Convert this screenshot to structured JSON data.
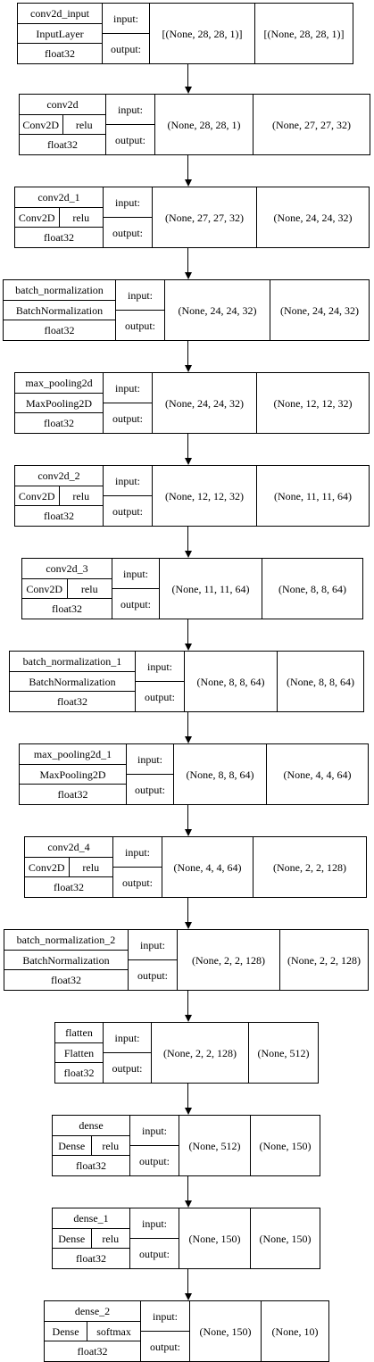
{
  "labels": {
    "input": "input:",
    "output": "output:"
  },
  "layers": [
    {
      "name": "conv2d_input",
      "type": "InputLayer",
      "dtype": "float32",
      "input": "[(None, 28, 28, 1)]",
      "output": "[(None, 28, 28, 1)]"
    },
    {
      "name": "conv2d",
      "type": "Conv2D",
      "activation": "relu",
      "dtype": "float32",
      "input": "(None, 28, 28, 1)",
      "output": "(None, 27, 27, 32)"
    },
    {
      "name": "conv2d_1",
      "type": "Conv2D",
      "activation": "relu",
      "dtype": "float32",
      "input": "(None, 27, 27, 32)",
      "output": "(None, 24, 24, 32)"
    },
    {
      "name": "batch_normalization",
      "type": "BatchNormalization",
      "dtype": "float32",
      "input": "(None, 24, 24, 32)",
      "output": "(None, 24, 24, 32)"
    },
    {
      "name": "max_pooling2d",
      "type": "MaxPooling2D",
      "dtype": "float32",
      "input": "(None, 24, 24, 32)",
      "output": "(None, 12, 12, 32)"
    },
    {
      "name": "conv2d_2",
      "type": "Conv2D",
      "activation": "relu",
      "dtype": "float32",
      "input": "(None, 12, 12, 32)",
      "output": "(None, 11, 11, 64)"
    },
    {
      "name": "conv2d_3",
      "type": "Conv2D",
      "activation": "relu",
      "dtype": "float32",
      "input": "(None, 11, 11, 64)",
      "output": "(None, 8, 8, 64)"
    },
    {
      "name": "batch_normalization_1",
      "type": "BatchNormalization",
      "dtype": "float32",
      "input": "(None, 8, 8, 64)",
      "output": "(None, 8, 8, 64)"
    },
    {
      "name": "max_pooling2d_1",
      "type": "MaxPooling2D",
      "dtype": "float32",
      "input": "(None, 8, 8, 64)",
      "output": "(None, 4, 4, 64)"
    },
    {
      "name": "conv2d_4",
      "type": "Conv2D",
      "activation": "relu",
      "dtype": "float32",
      "input": "(None, 4, 4, 64)",
      "output": "(None, 2, 2, 128)"
    },
    {
      "name": "batch_normalization_2",
      "type": "BatchNormalization",
      "dtype": "float32",
      "input": "(None, 2, 2, 128)",
      "output": "(None, 2, 2, 128)"
    },
    {
      "name": "flatten",
      "type": "Flatten",
      "dtype": "float32",
      "input": "(None, 2, 2, 128)",
      "output": "(None, 512)"
    },
    {
      "name": "dense",
      "type": "Dense",
      "activation": "relu",
      "dtype": "float32",
      "input": "(None, 512)",
      "output": "(None, 150)"
    },
    {
      "name": "dense_1",
      "type": "Dense",
      "activation": "relu",
      "dtype": "float32",
      "input": "(None, 150)",
      "output": "(None, 150)"
    },
    {
      "name": "dense_2",
      "type": "Dense",
      "activation": "softmax",
      "dtype": "float32",
      "input": "(None, 150)",
      "output": "(None, 10)"
    }
  ]
}
